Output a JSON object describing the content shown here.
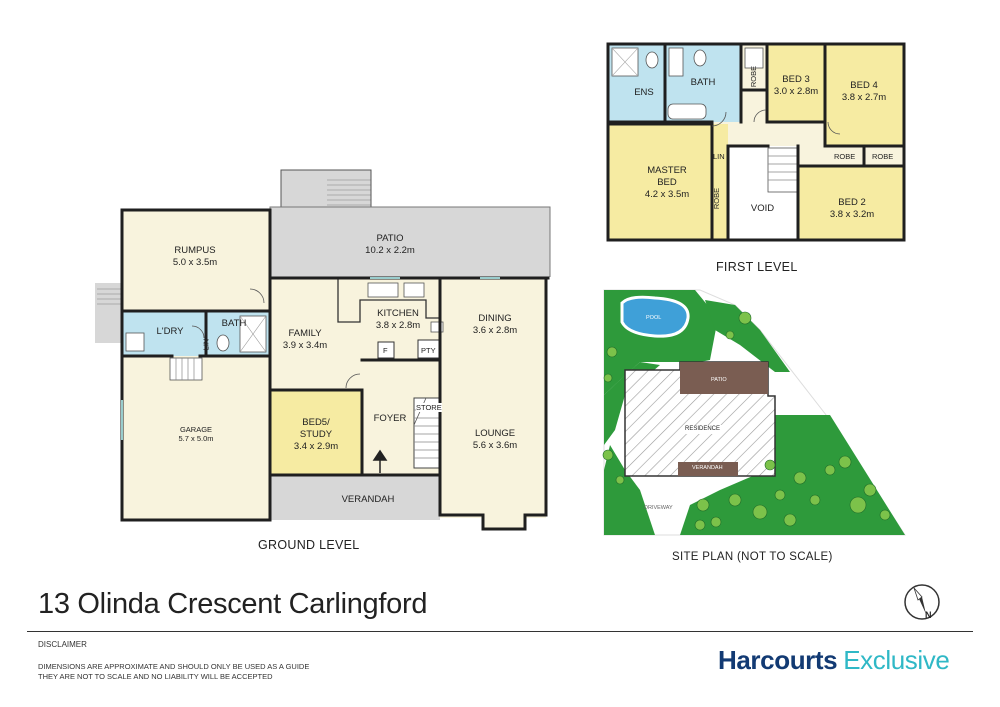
{
  "address": "13 Olinda Crescent Carlingford",
  "disclaimer": {
    "title": "DISCLAIMER",
    "line1": "DIMENSIONS ARE APPROXIMATE AND SHOULD ONLY BE USED AS A GUIDE",
    "line2": "THEY ARE NOT TO SCALE AND NO LIABILITY WILL BE ACCEPTED"
  },
  "brand": {
    "part1": "Harcourts",
    "part2": "Exclusive"
  },
  "colors": {
    "wall": "#1f1f1f",
    "living": "#f8f3dd",
    "bedroom_highlight": "#f6eba2",
    "wet_area": "#bfe3ef",
    "outdoor": "#d7d7d7",
    "lawn": "#2e9a3b",
    "pool": "#3fa0d8",
    "brand_dark": "#123a73",
    "brand_light": "#2fb8c6"
  },
  "ground_level": {
    "title": "GROUND LEVEL",
    "rooms": {
      "patio": {
        "name": "PATIO",
        "dims": "10.2 x 2.2m"
      },
      "rumpus": {
        "name": "RUMPUS",
        "dims": "5.0 x 3.5m"
      },
      "ldry": {
        "name": "L'DRY"
      },
      "bath": {
        "name": "BATH"
      },
      "lin": {
        "name": "LIN"
      },
      "family": {
        "name": "FAMILY",
        "dims": "3.9 x 3.4m"
      },
      "kitchen": {
        "name": "KITCHEN",
        "dims": "3.8 x 2.8m"
      },
      "fridge": {
        "name": "F"
      },
      "pantry": {
        "name": "PTY"
      },
      "dining": {
        "name": "DINING",
        "dims": "3.6 x 2.8m"
      },
      "garage": {
        "name": "GARAGE",
        "dims": "5.7 x 5.0m"
      },
      "bed5": {
        "name1": "BED5/",
        "name2": "STUDY",
        "dims": "3.4 x 2.9m"
      },
      "foyer": {
        "name": "FOYER"
      },
      "store": {
        "name": "STORE"
      },
      "lounge": {
        "name": "LOUNGE",
        "dims": "5.6 x 3.6m"
      },
      "verandah": {
        "name": "VERANDAH"
      }
    }
  },
  "first_level": {
    "title": "FIRST LEVEL",
    "rooms": {
      "ens": {
        "name": "ENS"
      },
      "bath": {
        "name": "BATH"
      },
      "robe_small": {
        "name": "ROBE"
      },
      "bed3": {
        "name": "BED 3",
        "dims": "3.0 x 2.8m"
      },
      "bed4": {
        "name": "BED 4",
        "dims": "3.8 x 2.7m"
      },
      "master": {
        "name1": "MASTER",
        "name2": "BED",
        "dims": "4.2 x 3.5m"
      },
      "lin": {
        "name": "LIN"
      },
      "robe_master": {
        "name": "ROBE"
      },
      "void": {
        "name": "VOID"
      },
      "robe1": {
        "name": "ROBE"
      },
      "robe2": {
        "name": "ROBE"
      },
      "bed2": {
        "name": "BED 2",
        "dims": "3.8 x 3.2m"
      }
    }
  },
  "site_plan": {
    "title": "SITE PLAN (NOT TO SCALE)",
    "labels": {
      "pool": "POOL",
      "patio": "PATIO",
      "residence": "RESIDENCE",
      "verandah": "VERANDAH",
      "driveway": "DRIVEWAY"
    }
  },
  "compass": {
    "north": "N"
  }
}
